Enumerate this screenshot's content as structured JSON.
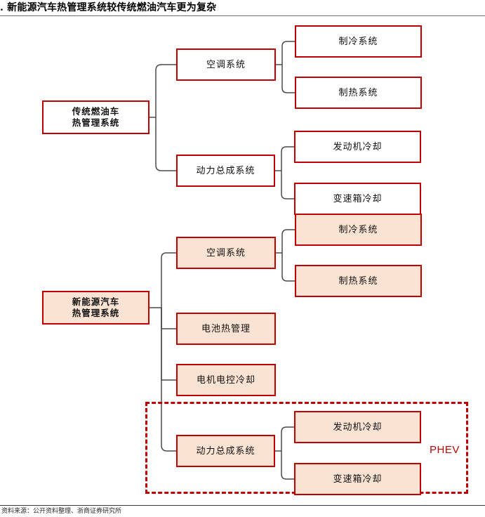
{
  "header": {
    "title": ". 新能源汽车热管理系统较传统燃油汽车更为复杂"
  },
  "footer": {
    "note": "资料来源：公开资料整理、浙商证券研究所"
  },
  "colors": {
    "box_border": "#C00000",
    "box_fill_white": "#FFFFFF",
    "box_fill_peach": "#FBE3D3",
    "connector": "#4A4A4A",
    "phev_accent": "#C00000",
    "rule": "#6F6F6F"
  },
  "diagram": {
    "type": "tree",
    "sections": [
      {
        "id": "ice",
        "root": {
          "label": "传统燃油车\n热管理系统"
        },
        "children": [
          {
            "label": "空调系统",
            "children": [
              {
                "label": "制冷系统"
              },
              {
                "label": "制热系统"
              }
            ]
          },
          {
            "label": "动力总成系统",
            "children": [
              {
                "label": "发动机冷却"
              },
              {
                "label": "变速箱冷却"
              }
            ]
          }
        ]
      },
      {
        "id": "nev",
        "root": {
          "label": "新能源汽车\n热管理系统"
        },
        "children": [
          {
            "label": "空调系统",
            "children": [
              {
                "label": "制冷系统"
              },
              {
                "label": "制热系统"
              }
            ]
          },
          {
            "label": "电池热管理",
            "children": []
          },
          {
            "label": "电机电控冷却",
            "children": []
          },
          {
            "label": "动力总成系统",
            "children": [
              {
                "label": "发动机冷却"
              },
              {
                "label": "变速箱冷却"
              }
            ]
          }
        ]
      }
    ],
    "annotations": [
      {
        "id": "phev",
        "label": "PHEV",
        "style": "dashed-region"
      }
    ]
  },
  "nodes": {
    "ice_root": "传统燃油车\n热管理系统",
    "ice_ac": "空调系统",
    "ice_cool": "制冷系统",
    "ice_heat": "制热系统",
    "ice_pt": "动力总成系统",
    "ice_engine": "发动机冷却",
    "ice_trans": "变速箱冷却",
    "nev_root": "新能源汽车\n热管理系统",
    "nev_ac": "空调系统",
    "nev_cool": "制冷系统",
    "nev_heat": "制热系统",
    "nev_batt": "电池热管理",
    "nev_motor": "电机电控冷却",
    "nev_pt": "动力总成系统",
    "nev_engine": "发动机冷却",
    "nev_trans": "变速箱冷却",
    "phev_label": "PHEV"
  }
}
